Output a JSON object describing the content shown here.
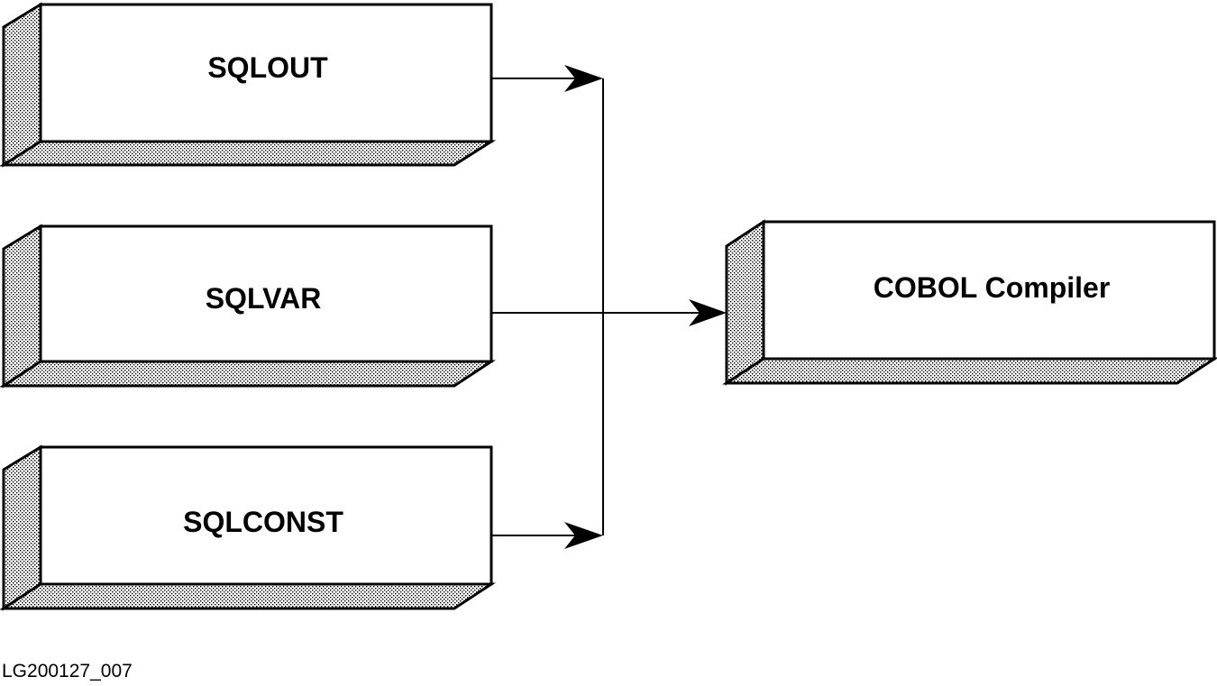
{
  "boxes": {
    "sqlout": "SQLOUT",
    "sqlvar": "SQLVAR",
    "sqlconst": "SQLCONST",
    "compiler": "COBOL Compiler"
  },
  "figure_id": "LG200127_007",
  "colors": {
    "line": "#000000",
    "face": "#ffffff",
    "shade_dot": "#000000"
  }
}
